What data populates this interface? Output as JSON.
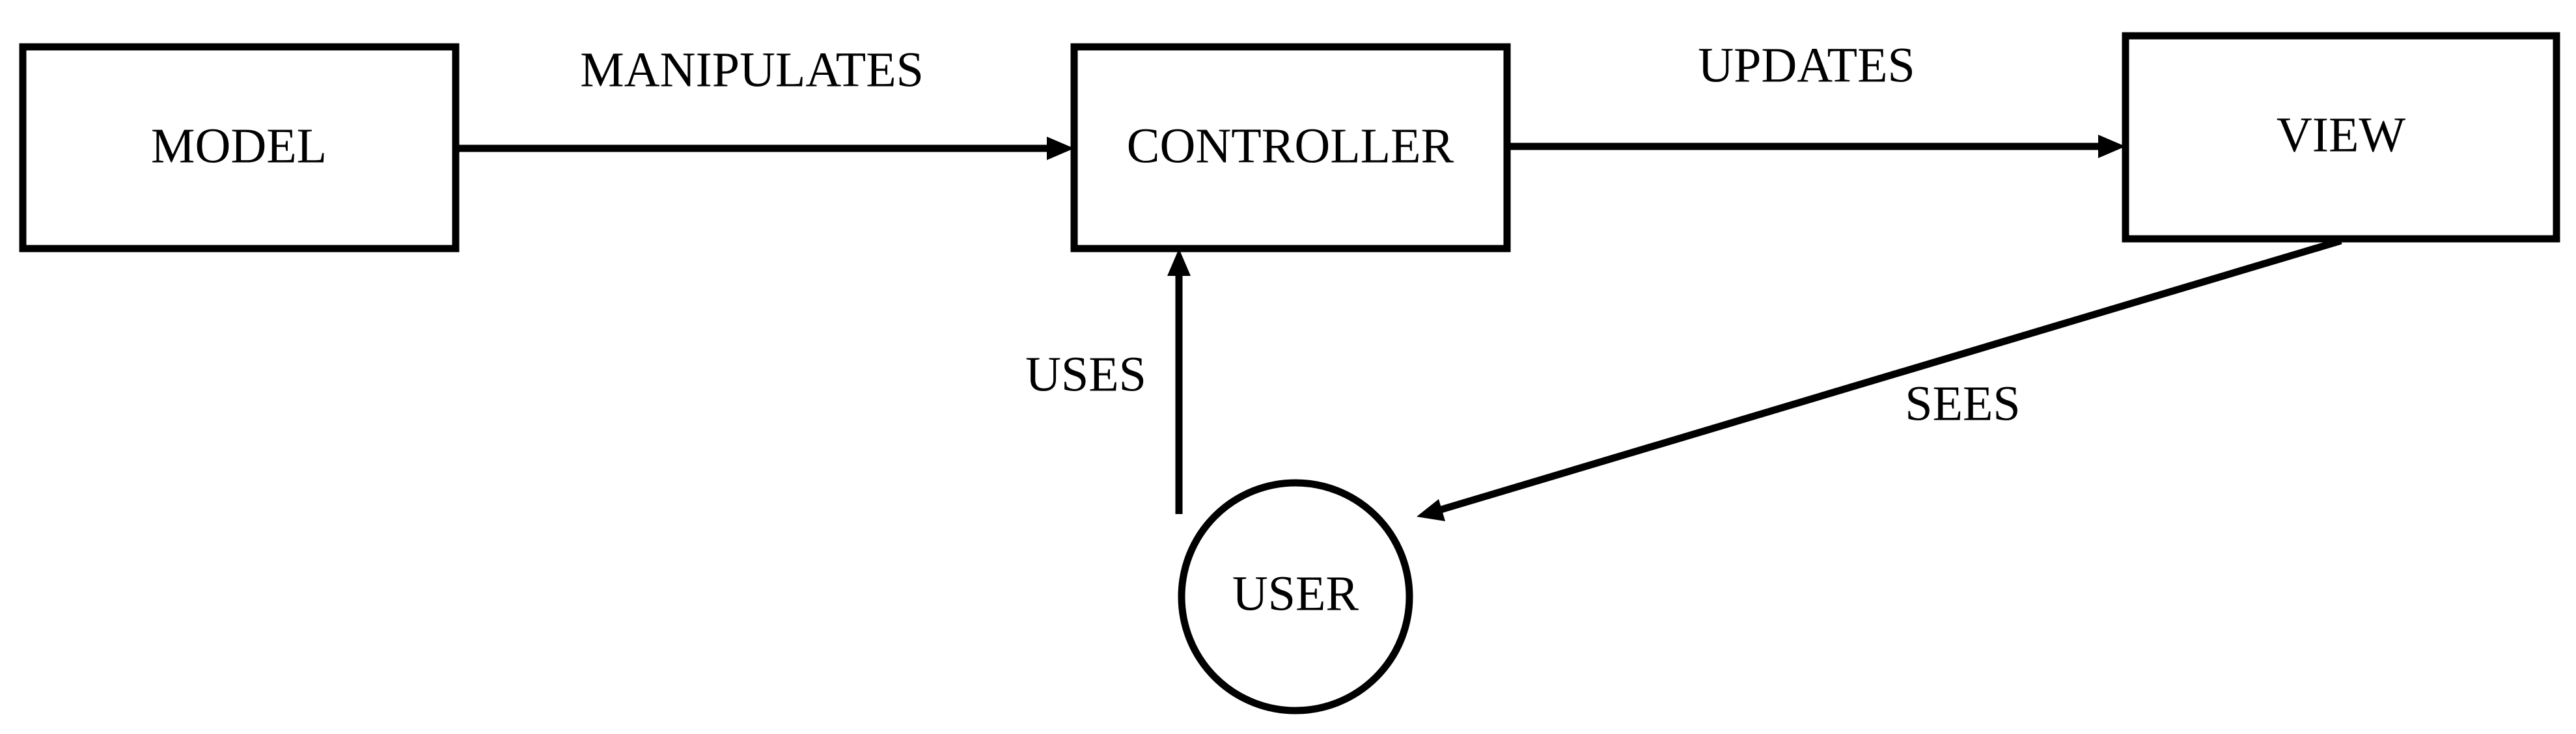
{
  "diagram": {
    "nodes": {
      "model": "MODEL",
      "controller": "CONTROLLER",
      "view": "VIEW",
      "user": "USER"
    },
    "edges": {
      "manipulates": "MANIPULATES",
      "updates": "UPDATES",
      "uses": "USES",
      "sees": "SEES"
    },
    "colors": {
      "stroke": "#000000",
      "background": "#ffffff"
    }
  }
}
